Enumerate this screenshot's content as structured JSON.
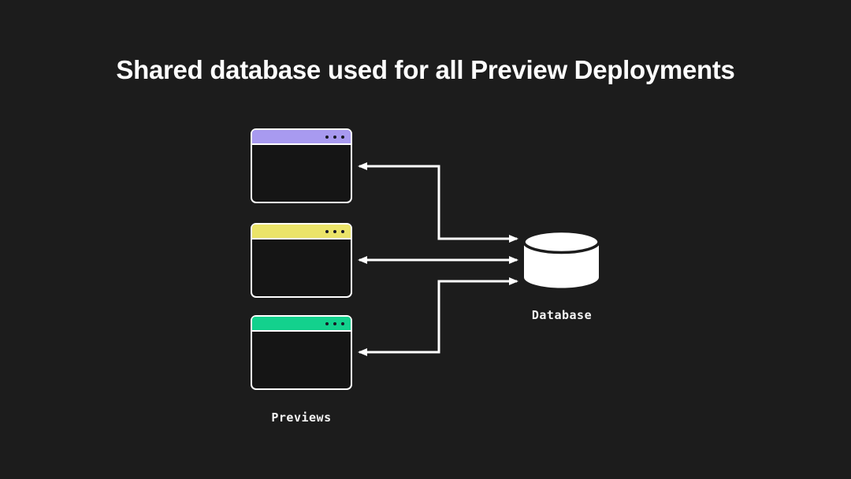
{
  "title": "Shared database used for all Preview Deployments",
  "diagram": {
    "previews_label": "Previews",
    "database_label": "Database",
    "windows": [
      {
        "name": "preview-window-1",
        "bar_color": "#a89af0"
      },
      {
        "name": "preview-window-2",
        "bar_color": "#ebe469"
      },
      {
        "name": "preview-window-3",
        "bar_color": "#13d18d"
      }
    ],
    "database": {
      "name": "database",
      "icon": "database-cylinder-icon"
    },
    "connections": [
      {
        "from": "preview-window-1",
        "to": "database",
        "bidirectional": true,
        "shape": "elbow"
      },
      {
        "from": "preview-window-2",
        "to": "database",
        "bidirectional": true,
        "shape": "straight"
      },
      {
        "from": "preview-window-3",
        "to": "database",
        "bidirectional": true,
        "shape": "elbow"
      }
    ],
    "colors": {
      "background": "#1c1c1c",
      "window_fill": "#151515",
      "window_border": "#ffffff",
      "window_dot": "#181824",
      "arrow": "#ffffff",
      "database_fill": "#ffffff",
      "title_text": "#fdfdfd",
      "label_text": "#f5f5f5"
    }
  }
}
